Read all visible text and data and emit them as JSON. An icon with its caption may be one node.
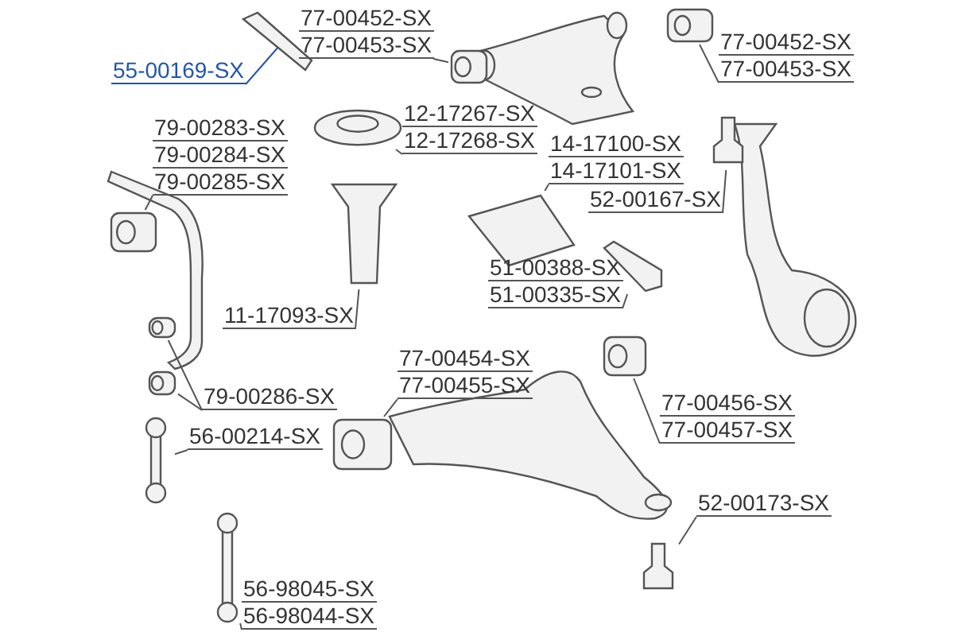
{
  "diagram": {
    "nodes": [
      {
        "text": [
          "55-00169-SX"
        ]
      },
      {
        "text": [],
        "shape": "picture"
      },
      {
        "text": [
          "77-00452-SX",
          "77-00453-SX"
        ]
      },
      {
        "text": [],
        "shape": "picture"
      },
      {
        "text": [
          "77-00452-SX",
          "77-00453-SX"
        ]
      },
      {
        "text": [],
        "shape": "picture"
      },
      {
        "text": [
          "12-17267-SX",
          "12-17268-SX"
        ]
      },
      {
        "text": [],
        "shape": "picture"
      },
      {
        "text": [
          "79-00283-SX",
          "79-00284-SX",
          "79-00285-SX"
        ]
      },
      {
        "text": [],
        "shape": "picture"
      },
      {
        "text": [
          "14-17100-SX",
          "14-17101-SX"
        ]
      },
      {
        "text": [],
        "shape": "picture"
      },
      {
        "text": [
          "52-00167-SX"
        ]
      },
      {
        "text": [],
        "shape": "picture"
      },
      {
        "text": [
          "51-00388-SX",
          "51-00335-SX"
        ]
      },
      {
        "text": [],
        "shape": "picture"
      },
      {
        "text": [
          "11-17093-SX"
        ]
      },
      {
        "text": [],
        "shape": "picture"
      },
      {
        "text": [
          "79-00286-SX"
        ]
      },
      {
        "text": [],
        "shape": "picture"
      },
      {
        "text": [],
        "shape": "picture"
      },
      {
        "text": [
          "56-00214-SX"
        ]
      },
      {
        "text": [],
        "shape": "picture"
      },
      {
        "text": [
          "77-00454-SX",
          "77-00455-SX"
        ]
      },
      {
        "text": [],
        "shape": "picture"
      },
      {
        "text": [
          "77-00456-SX",
          "77-00457-SX"
        ]
      },
      {
        "text": [],
        "shape": "picture"
      },
      {
        "text": [
          "52-00173-SX"
        ]
      },
      {
        "text": [],
        "shape": "picture"
      },
      {
        "text": [
          "56-98045-SX",
          "56-98044-SX"
        ]
      },
      {
        "text": [],
        "shape": "picture"
      }
    ],
    "edges": [
      {
        "from": 0,
        "to": 1,
        "arrow": "none",
        "color": "#2255aa"
      },
      {
        "from": 2,
        "to": 3,
        "arrow": "none"
      },
      {
        "from": 4,
        "to": 5,
        "arrow": "none"
      },
      {
        "from": 6,
        "to": 7,
        "arrow": "none"
      },
      {
        "from": 8,
        "to": 9,
        "arrow": "none"
      },
      {
        "from": 10,
        "to": 11,
        "arrow": "none"
      },
      {
        "from": 12,
        "to": 13,
        "arrow": "none"
      },
      {
        "from": 14,
        "to": 15,
        "arrow": "none"
      },
      {
        "from": 16,
        "to": 17,
        "arrow": "none"
      },
      {
        "from": 18,
        "to": 19,
        "arrow": "none"
      },
      {
        "from": 18,
        "to": 20,
        "arrow": "none"
      },
      {
        "from": 21,
        "to": 22,
        "arrow": "none"
      },
      {
        "from": 23,
        "to": 24,
        "arrow": "none"
      },
      {
        "from": 25,
        "to": 26,
        "arrow": "none"
      },
      {
        "from": 27,
        "to": 28,
        "arrow": "none"
      },
      {
        "from": 29,
        "to": 30,
        "arrow": "none"
      }
    ]
  }
}
